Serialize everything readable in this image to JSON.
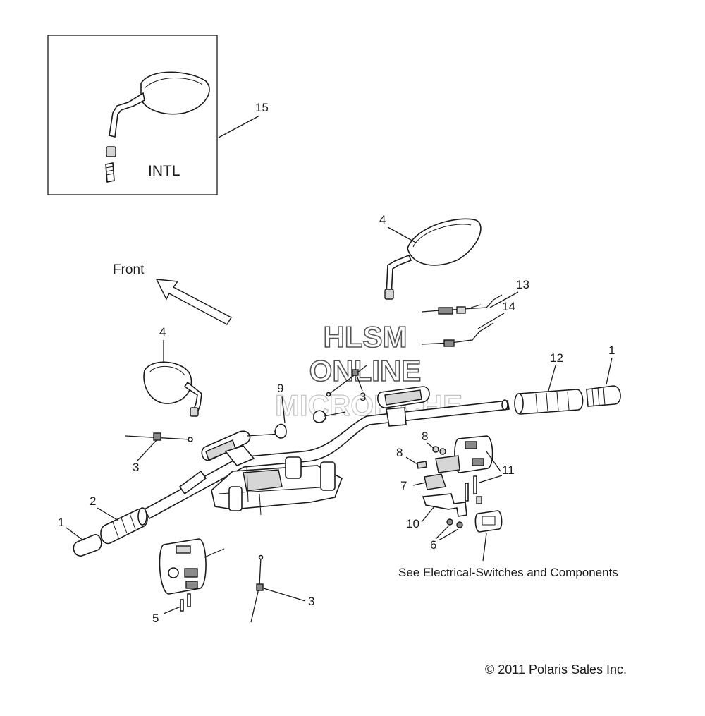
{
  "inset": {
    "label": "INTL",
    "callout": "15"
  },
  "direction": {
    "label": "Front"
  },
  "callouts": {
    "mirror_right": "4",
    "mirror_left": "4",
    "cable_13": "13",
    "cable_14": "14",
    "end_cap_right": "1",
    "grip_right": "12",
    "strap_center": "3",
    "clip_9": "9",
    "strap_left": "3",
    "screw_8_top": "8",
    "screw_8_left": "8",
    "bracket_7": "7",
    "switch_11": "11",
    "bracket_10": "10",
    "nut_6": "6",
    "grip_left": "2",
    "end_cap_left": "1",
    "screw_5": "5",
    "strap_bottom": "3"
  },
  "reference_note": "See Electrical-Switches and Components",
  "copyright": "© 2011 Polaris Sales Inc.",
  "watermark": {
    "line1": "HLSM",
    "line2": "ONLINE",
    "line3": "MICROFICHE"
  }
}
